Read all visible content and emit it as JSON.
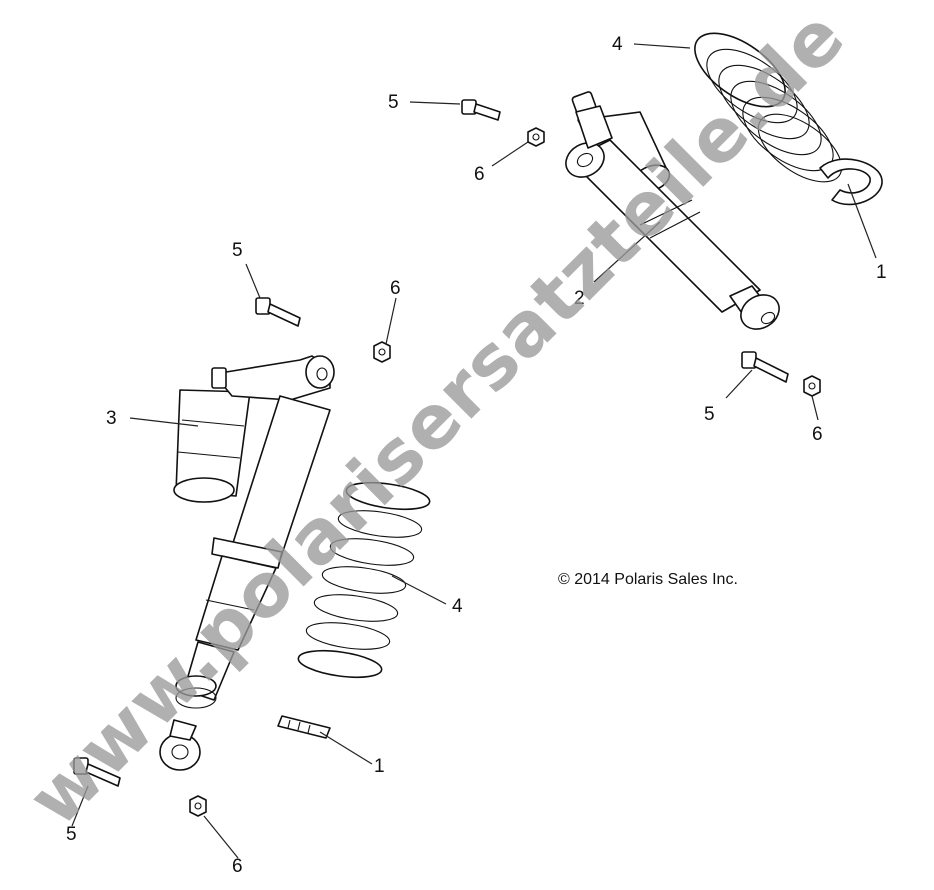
{
  "diagram": {
    "callouts": {
      "c1": "1",
      "c2": "2",
      "c3": "3",
      "c4": "4",
      "c5": "5",
      "c6": "6",
      "c7": "5",
      "c8": "6",
      "c9": "4",
      "c10": "1",
      "c11": "5",
      "c12": "6"
    },
    "copyright": "© 2014 Polaris Sales Inc.",
    "watermark": "www.polarisersatzteile.de"
  }
}
